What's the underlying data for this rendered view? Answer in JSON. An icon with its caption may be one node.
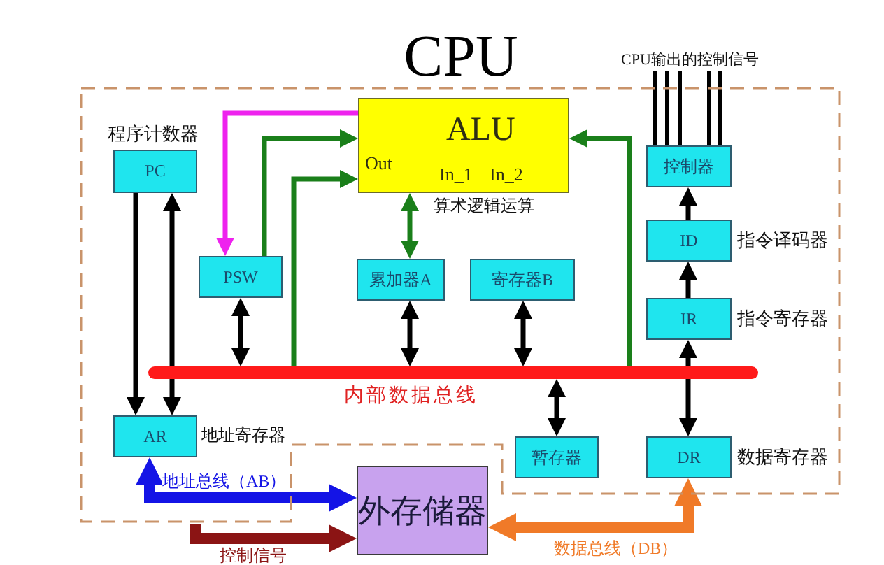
{
  "diagram": {
    "nodes": [
      {
        "text": [
          "CPU"
        ]
      },
      {
        "text": [
          "CPU输出的控制信号"
        ]
      },
      {
        "text": [
          "ALU",
          "Out",
          "In_1",
          "In_2"
        ],
        "in": 0,
        "beside": [
          "算术逻辑运算"
        ]
      },
      {
        "text": [
          "控制器"
        ],
        "in": 0
      },
      {
        "text": [
          "PC"
        ],
        "in": 0,
        "beside": [
          "程序计数器"
        ]
      },
      {
        "text": [
          "ID"
        ],
        "in": 0,
        "beside": [
          "指令译码器"
        ]
      },
      {
        "text": [
          "PSW"
        ],
        "in": 0
      },
      {
        "text": [
          "累加器A"
        ],
        "in": 0
      },
      {
        "text": [
          "寄存器B"
        ],
        "in": 0
      },
      {
        "text": [
          "IR"
        ],
        "in": 0,
        "beside": [
          "指令寄存器"
        ]
      },
      {
        "text": [],
        "shape": "bar",
        "in": 0,
        "beside": [
          "内部数据总线"
        ]
      },
      {
        "text": [
          "AR"
        ],
        "in": 0,
        "beside": [
          "地址寄存器"
        ]
      },
      {
        "text": [
          "暂存器"
        ],
        "in": 0
      },
      {
        "text": [
          "DR"
        ],
        "in": 0,
        "beside": [
          "数据寄存器"
        ]
      },
      {
        "text": [
          "外存储器"
        ]
      }
    ],
    "edges": [
      {
        "from": 3,
        "to": 1,
        "arrow": "none"
      },
      {
        "from": 3,
        "to": 1,
        "arrow": "none"
      },
      {
        "from": 3,
        "to": 1,
        "arrow": "none"
      },
      {
        "from": 3,
        "to": 1,
        "arrow": "none"
      },
      {
        "from": 3,
        "to": 1,
        "arrow": "none"
      },
      {
        "from": 2,
        "to": 6,
        "arrow": "to",
        "color": "#ee22ee"
      },
      {
        "from": 6,
        "to": 2,
        "arrow": "to",
        "color": "#1a7f1a"
      },
      {
        "from": 10,
        "to": 2,
        "arrow": "to",
        "color": "#1a7f1a"
      },
      {
        "from": 10,
        "to": 2,
        "arrow": "to",
        "color": "#1a7f1a"
      },
      {
        "from": 2,
        "to": 7,
        "arrow": "both",
        "color": "#1a7f1a"
      },
      {
        "from": 4,
        "to": 11,
        "arrow": "to"
      },
      {
        "from": 4,
        "to": 11,
        "arrow": "both"
      },
      {
        "from": 6,
        "to": 10,
        "arrow": "both"
      },
      {
        "from": 7,
        "to": 10,
        "arrow": "both"
      },
      {
        "from": 8,
        "to": 10,
        "arrow": "both"
      },
      {
        "from": 10,
        "to": 12,
        "arrow": "both"
      },
      {
        "from": 5,
        "to": 3,
        "arrow": "to"
      },
      {
        "from": 9,
        "to": 5,
        "arrow": "to"
      },
      {
        "from": 13,
        "to": 9,
        "arrow": "both"
      },
      {
        "from": 11,
        "to": 14,
        "arrow": "both",
        "label": "地址总线（AB）",
        "style": "thick",
        "color": "#1414e6"
      },
      {
        "from": 0,
        "to": 14,
        "arrow": "to",
        "label": "控制信号",
        "style": "thick",
        "color": "#8b1414"
      },
      {
        "from": 14,
        "to": 13,
        "arrow": "both",
        "label": "数据总线（DB）",
        "style": "thick",
        "color": "#f07a28"
      }
    ]
  }
}
